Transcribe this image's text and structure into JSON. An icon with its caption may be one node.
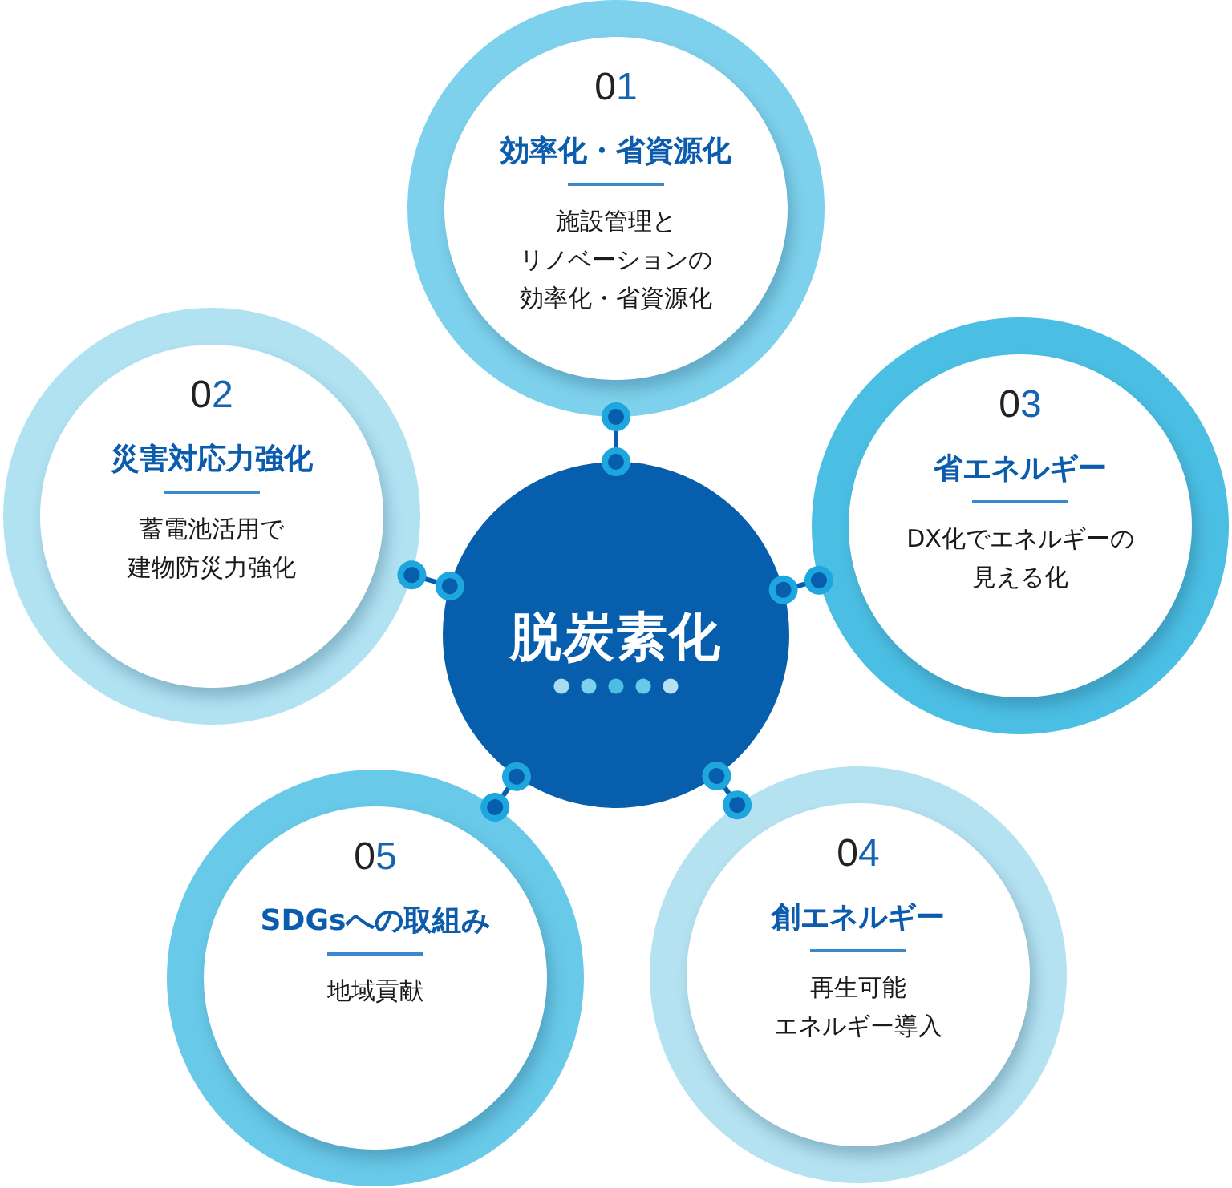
{
  "diagram": {
    "nodes": [
      {
        "text": [
          "脱炭素化"
        ]
      },
      {
        "text": [
          "01",
          "効率化・省資源化",
          "施設管理とリノベーションの効率化・省資源化"
        ]
      },
      {
        "text": [
          "02",
          "災害対応力強化",
          "蓄電池活用で建物防災力強化"
        ]
      },
      {
        "text": [
          "03",
          "省エネルギー",
          "DX化でエネルギーの見える化"
        ]
      },
      {
        "text": [
          "04",
          "創エネルギー",
          "再生可能エネルギー導入"
        ]
      },
      {
        "text": [
          "05",
          "SDGsへの取組み",
          "地域貢献"
        ]
      }
    ],
    "edges": [
      {
        "from": 0,
        "to": 1,
        "arrow": "other"
      },
      {
        "from": 0,
        "to": 2,
        "arrow": "other"
      },
      {
        "from": 0,
        "to": 3,
        "arrow": "other"
      },
      {
        "from": 0,
        "to": 4,
        "arrow": "other"
      },
      {
        "from": 0,
        "to": 5,
        "arrow": "other"
      }
    ]
  }
}
